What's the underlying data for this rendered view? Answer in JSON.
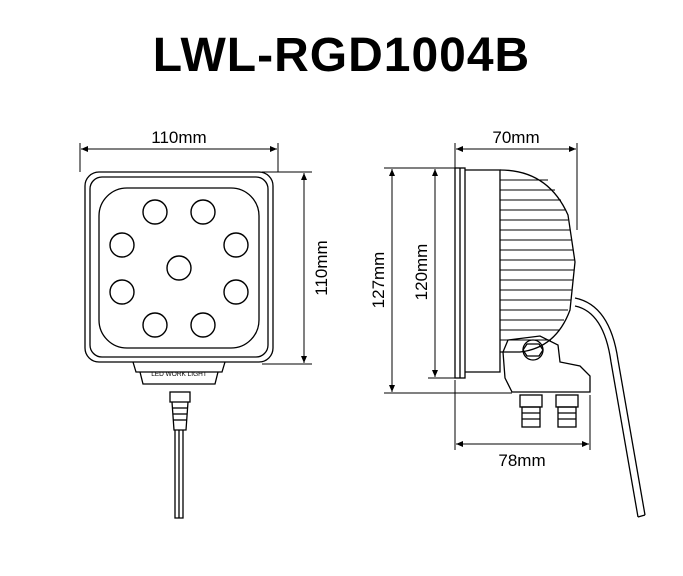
{
  "title": "LWL-RGD1004B",
  "front_view": {
    "width_label": "110mm",
    "height_label": "110mm",
    "base_label": "LED WORK LIGHT"
  },
  "side_view": {
    "depth_label": "70mm",
    "total_height_label": "127mm",
    "body_height_label": "120mm",
    "bracket_depth_label": "78mm"
  }
}
